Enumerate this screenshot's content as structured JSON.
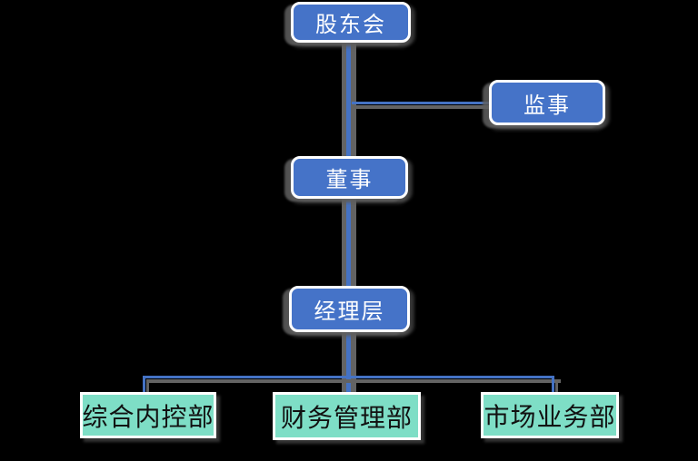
{
  "org_chart": {
    "title": "",
    "nodes": [
      {
        "id": "shareholders",
        "label": "股东会",
        "style": "blue-rounded"
      },
      {
        "id": "supervisor",
        "label": "监事",
        "style": "blue-rounded"
      },
      {
        "id": "director",
        "label": "董事",
        "style": "blue-rounded"
      },
      {
        "id": "management",
        "label": "经理层",
        "style": "blue-rounded"
      },
      {
        "id": "dept-internal-control",
        "label": "综合内控部",
        "style": "teal-square"
      },
      {
        "id": "dept-finance",
        "label": "财务管理部",
        "style": "teal-square"
      },
      {
        "id": "dept-market",
        "label": "市场业务部",
        "style": "teal-square"
      }
    ],
    "edges": [
      {
        "from": "shareholders",
        "to": "director"
      },
      {
        "from": "shareholders",
        "to": "supervisor"
      },
      {
        "from": "director",
        "to": "management"
      },
      {
        "from": "management",
        "to": "dept-internal-control"
      },
      {
        "from": "management",
        "to": "dept-finance"
      },
      {
        "from": "management",
        "to": "dept-market"
      }
    ],
    "colors": {
      "background": "#000000",
      "node_blue": "#4573C8",
      "node_teal": "#7EDEC6",
      "line_blue": "#4472C4",
      "line_shadow_gray": "#636363",
      "node_border": "#FFFFFF",
      "text_on_blue": "#FFFFFF",
      "text_on_teal": "#111111"
    }
  }
}
